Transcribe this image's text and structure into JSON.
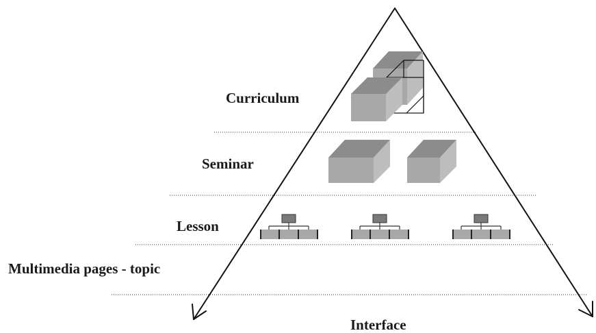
{
  "levels": {
    "curriculum": "Curriculum",
    "seminar": "Seminar",
    "lesson": "Lesson",
    "multimedia": "Multimedia pages - topic"
  },
  "interface_label": "Interface",
  "colors": {
    "line": "#111111",
    "block_front": "#a8a8a8",
    "block_top": "#8c8c8c",
    "block_side": "#bdbdbd",
    "dotted": "#333333"
  },
  "icons": {
    "curriculum": "stacked-cubes-icon",
    "seminar": "cube-icon",
    "lesson": "hierarchy-icon"
  }
}
